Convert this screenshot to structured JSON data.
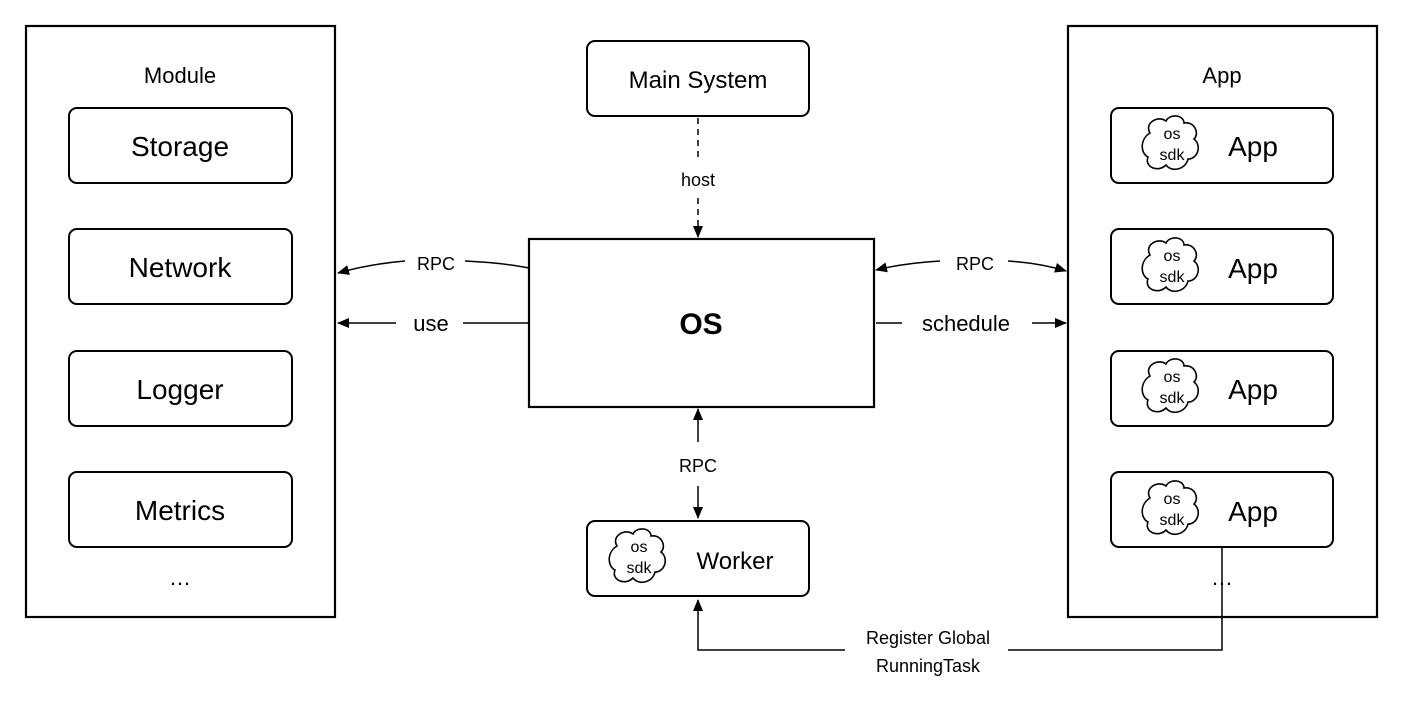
{
  "module_panel": {
    "title": "Module",
    "items": [
      "Storage",
      "Network",
      "Logger",
      "Metrics"
    ],
    "ellipsis": "…"
  },
  "app_panel": {
    "title": "App",
    "items": [
      {
        "sdk_top": "os",
        "sdk_bottom": "sdk",
        "label": "App"
      },
      {
        "sdk_top": "os",
        "sdk_bottom": "sdk",
        "label": "App"
      },
      {
        "sdk_top": "os",
        "sdk_bottom": "sdk",
        "label": "App"
      },
      {
        "sdk_top": "os",
        "sdk_bottom": "sdk",
        "label": "App"
      }
    ],
    "ellipsis": "…"
  },
  "main_system": {
    "label": "Main System"
  },
  "os_box": {
    "label": "OS"
  },
  "worker": {
    "sdk_top": "os",
    "sdk_bottom": "sdk",
    "label": "Worker"
  },
  "edges": {
    "host": "host",
    "rpc_left": "RPC",
    "use": "use",
    "rpc_right": "RPC",
    "schedule": "schedule",
    "rpc_bottom": "RPC",
    "register_line1": "Register Global",
    "register_line2": "RunningTask"
  }
}
